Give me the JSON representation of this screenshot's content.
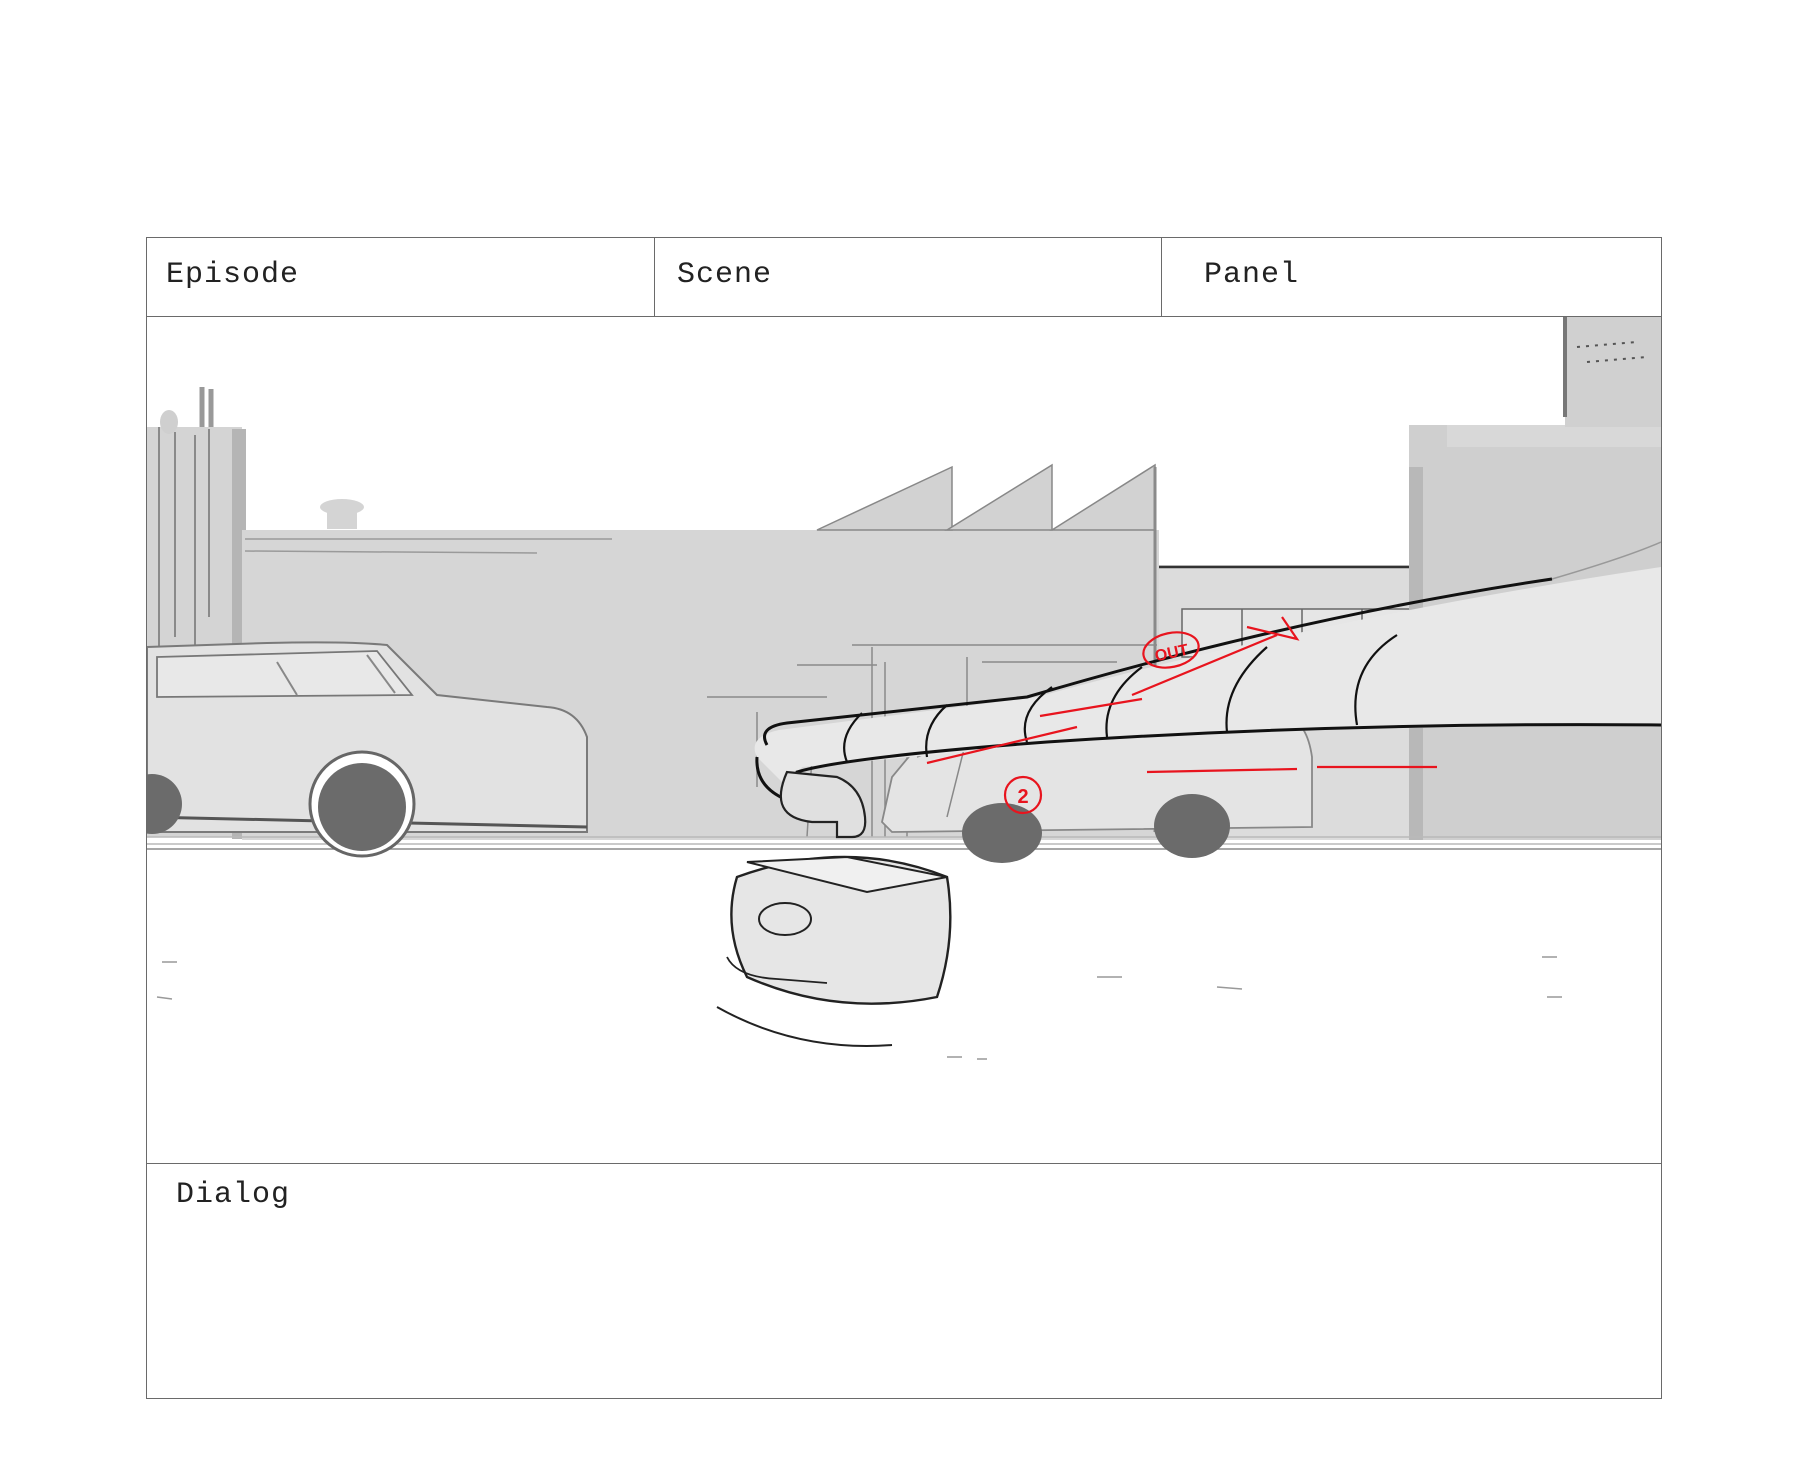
{
  "storyboard": {
    "header": {
      "episode_label": "Episode",
      "scene_label": "Scene",
      "panel_label": "Panel"
    },
    "artwork": {
      "markup_labels": {
        "out_note": "OUT",
        "step_note": "2"
      },
      "colors": {
        "background": "#ffffff",
        "building_fill": "#d6d6d6",
        "building_light": "#dedede",
        "vehicle_fill": "#e2e2e2",
        "tire_fill": "#6b6b6b",
        "sketch_line": "#1a1a1a",
        "annotation_red": "#e8141e"
      }
    },
    "dialog": {
      "label": "Dialog"
    }
  }
}
